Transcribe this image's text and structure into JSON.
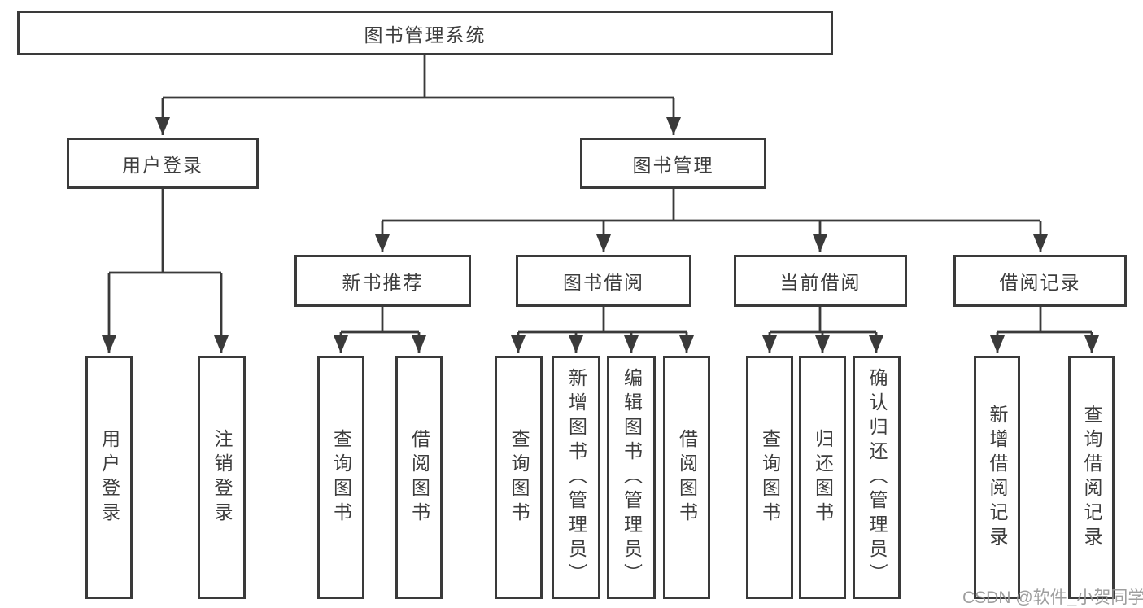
{
  "colors": {
    "line": "#3a3a3a",
    "text": "#3d3d3d",
    "watermark": "#969696",
    "background": "#ffffff"
  },
  "tree": {
    "label": "图书管理系统",
    "children": [
      {
        "label": "用户登录",
        "children": [
          {
            "label": "用户登录"
          },
          {
            "label": "注销登录"
          }
        ]
      },
      {
        "label": "图书管理",
        "children": [
          {
            "label": "新书推荐",
            "children": [
              {
                "label": "查询图书"
              },
              {
                "label": "借阅图书"
              }
            ]
          },
          {
            "label": "图书借阅",
            "children": [
              {
                "label": "查询图书"
              },
              {
                "label": "新增图书（管理员）"
              },
              {
                "label": "编辑图书（管理员）"
              },
              {
                "label": "借阅图书"
              }
            ]
          },
          {
            "label": "当前借阅",
            "children": [
              {
                "label": "查询图书"
              },
              {
                "label": "归还图书"
              },
              {
                "label": "确认归还（管理员）"
              }
            ]
          },
          {
            "label": "借阅记录",
            "children": [
              {
                "label": "新增借阅记录"
              },
              {
                "label": "查询借阅记录"
              }
            ]
          }
        ]
      }
    ]
  },
  "watermark": {
    "text": "CSDN @软件_小贺同学"
  }
}
